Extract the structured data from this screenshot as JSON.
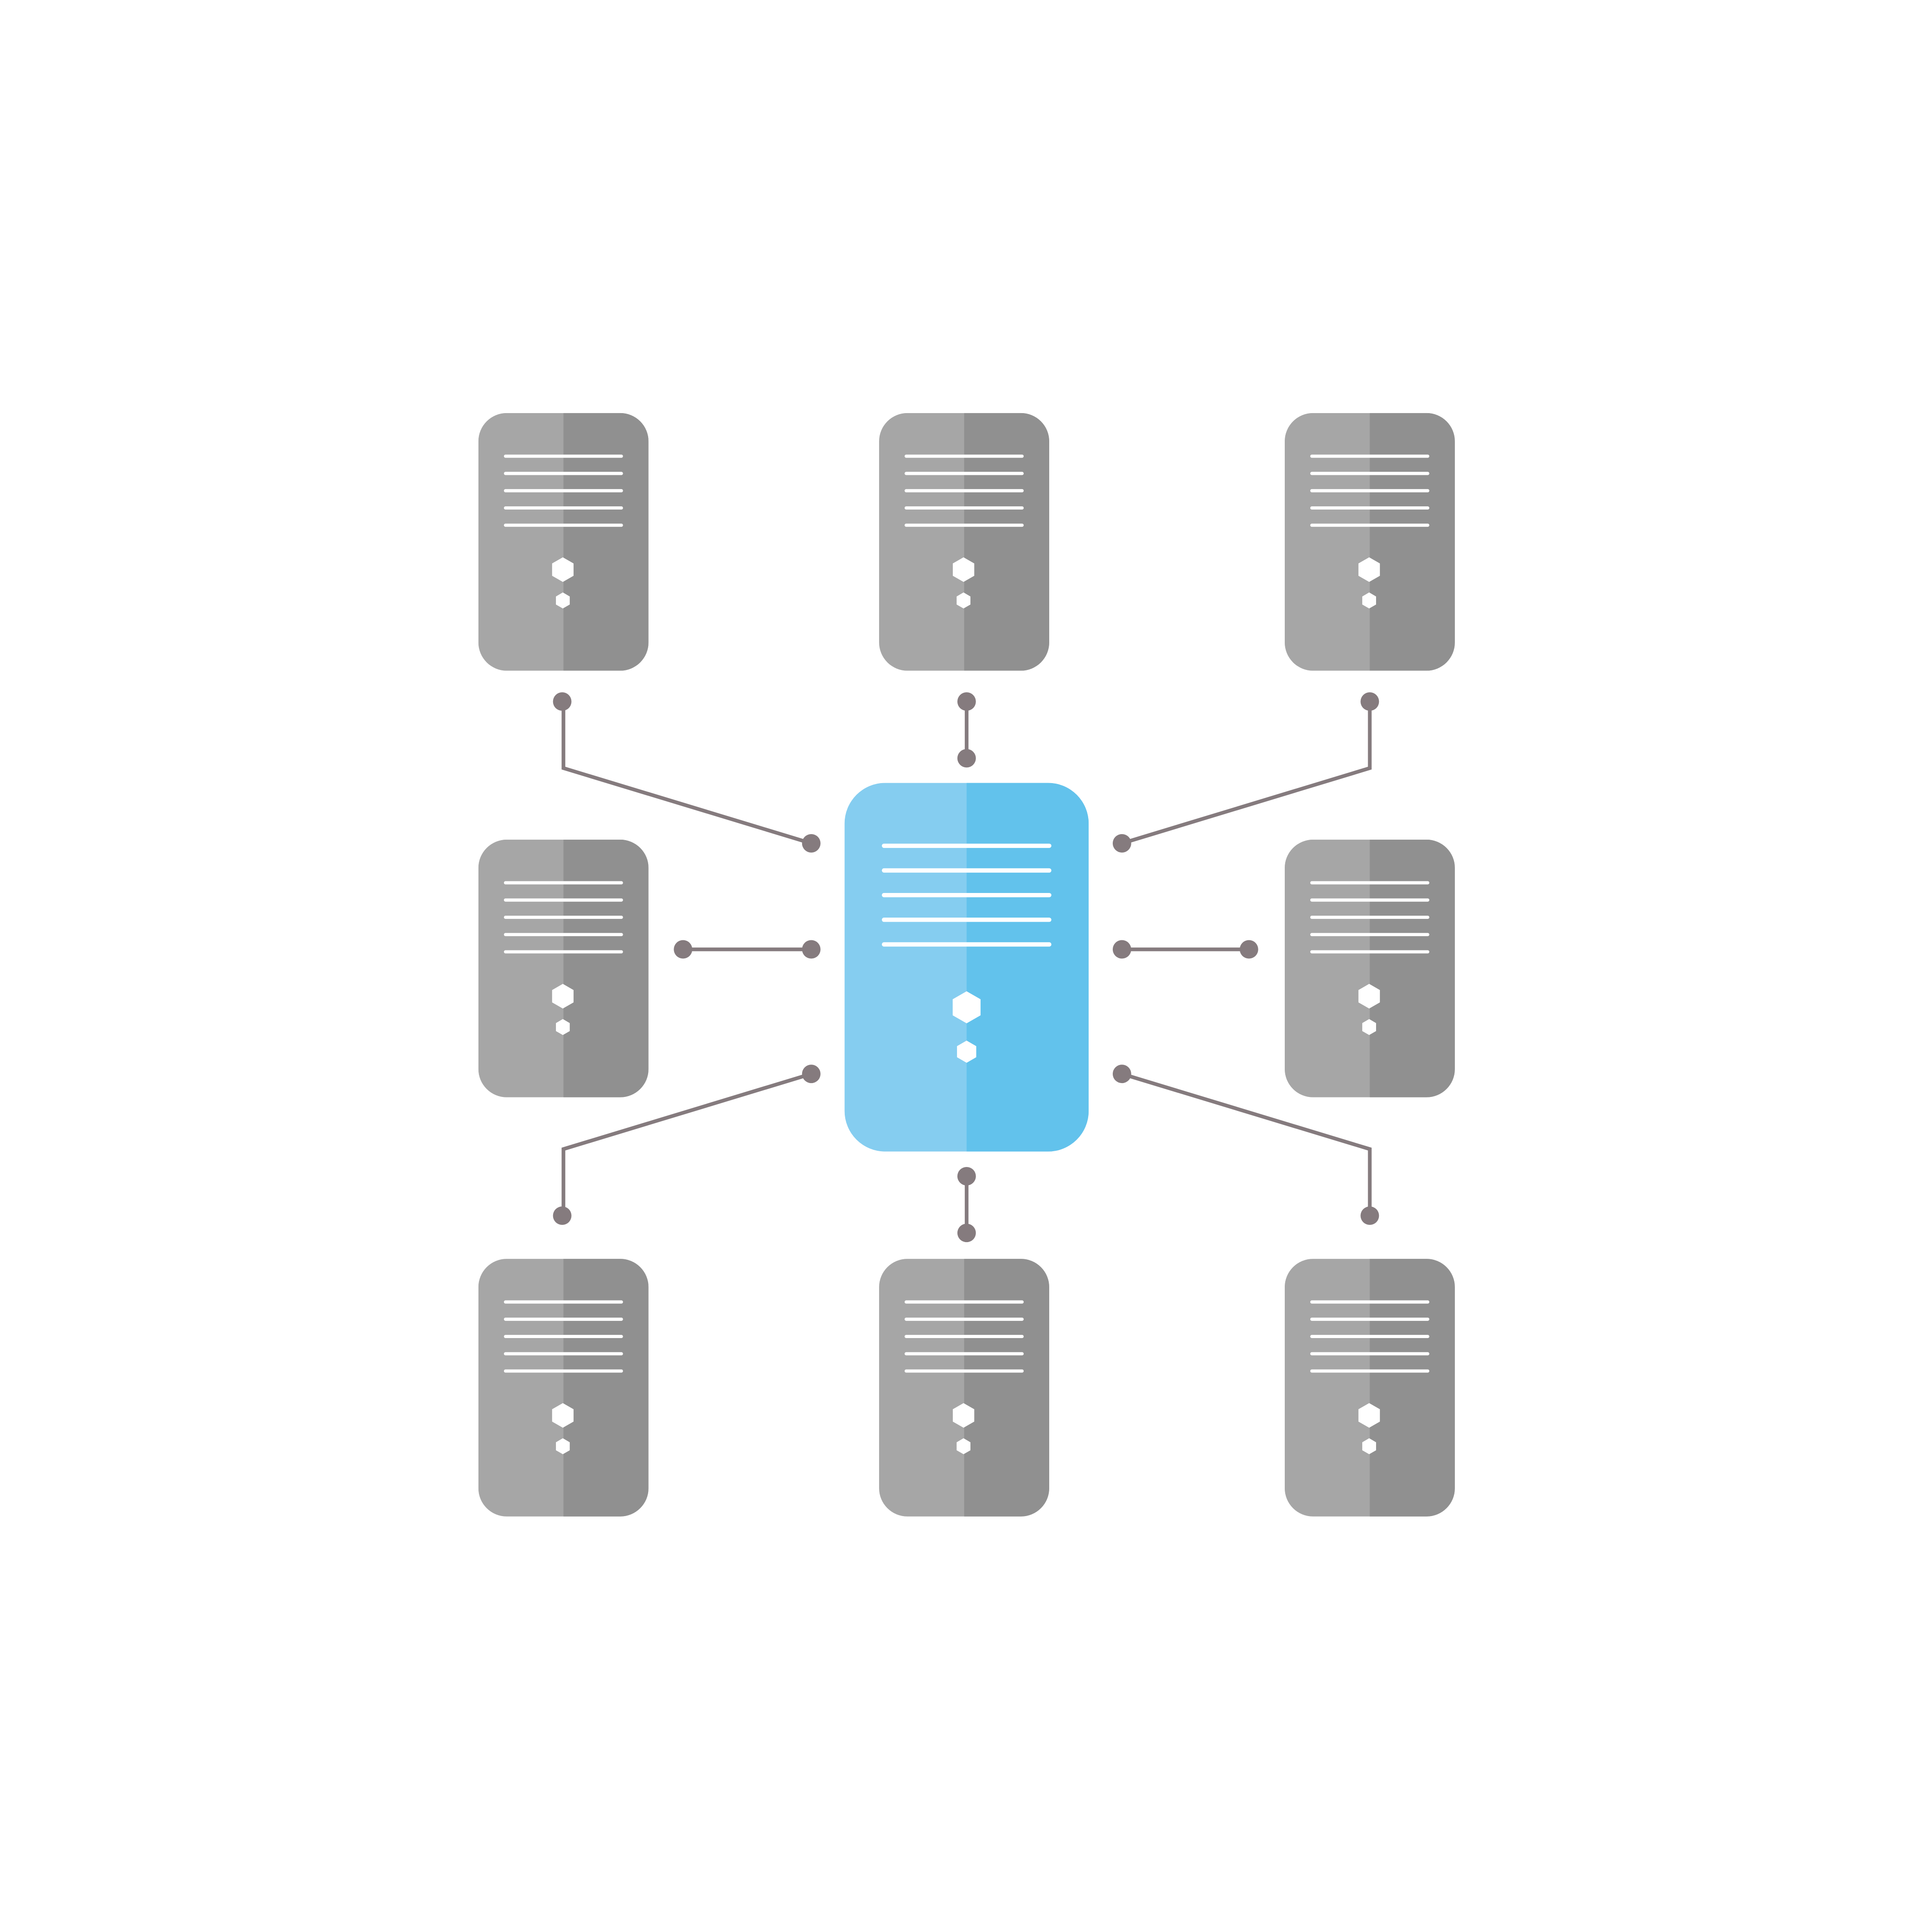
{
  "diagram": {
    "type": "server-network",
    "central_server": {
      "id": "central",
      "colors": {
        "light": "#85CDF0",
        "dark": "#62C2EC"
      },
      "slot_lines": 5,
      "indicator_shapes": 2
    },
    "peer_servers": [
      {
        "id": "top-left"
      },
      {
        "id": "top-center"
      },
      {
        "id": "top-right"
      },
      {
        "id": "middle-left"
      },
      {
        "id": "middle-right"
      },
      {
        "id": "bottom-left"
      },
      {
        "id": "bottom-center"
      },
      {
        "id": "bottom-right"
      }
    ],
    "peer_colors": {
      "light": "#A6A6A6",
      "dark": "#909090"
    },
    "peer_slot_lines": 5,
    "peer_indicator_shapes": 2,
    "connections": [
      {
        "from": "central",
        "to": "top-left"
      },
      {
        "from": "central",
        "to": "top-center"
      },
      {
        "from": "central",
        "to": "top-right"
      },
      {
        "from": "central",
        "to": "middle-left"
      },
      {
        "from": "central",
        "to": "middle-right"
      },
      {
        "from": "central",
        "to": "bottom-left"
      },
      {
        "from": "central",
        "to": "bottom-center"
      },
      {
        "from": "central",
        "to": "bottom-right"
      }
    ],
    "connector_color": "#857B7E",
    "detail_color": "#FFFFFF",
    "background": "#FFFFFF"
  }
}
